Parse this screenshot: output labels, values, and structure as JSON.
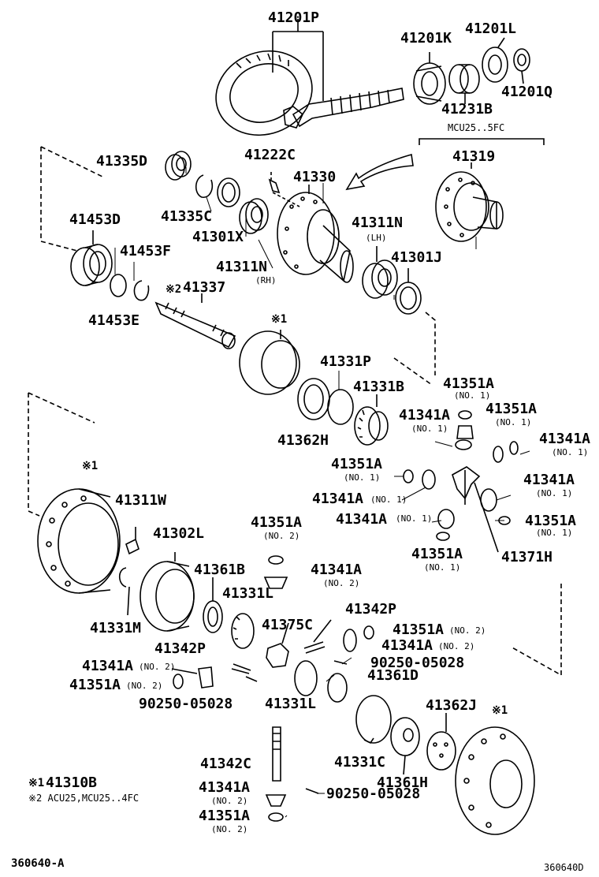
{
  "labels": {
    "p41201P": "41201P",
    "p41201K": "41201K",
    "p41201L": "41201L",
    "p41231B": "41231B",
    "p41201Q": "41201Q",
    "mcu25_5fc": "MCU25..5FC",
    "p41319": "41319",
    "p41335D": "41335D",
    "p41222C": "41222C",
    "p41330": "41330",
    "p41335C": "41335C",
    "p41453D": "41453D",
    "p41301X": "41301X",
    "p41311N_rh": "41311N",
    "rh": "(RH)",
    "p41311N_lh": "41311N",
    "lh": "(LH)",
    "p41301J": "41301J",
    "p41453F": "41453F",
    "p41337": "41337",
    "mark2_41337": "※2",
    "p41453E": "41453E",
    "mark1_top": "※1",
    "p41331P": "41331P",
    "p41331B": "41331B",
    "p41351A_1": "41351A",
    "no1_a": "(NO. 1)",
    "p41362H": "41362H",
    "p41341A_1": "41341A",
    "no1_b": "(NO. 1)",
    "p41351A_2": "41351A",
    "no1_c": "(NO. 1)",
    "p41341A_2": "41341A",
    "no1_d": "(NO. 1)",
    "p41351A_3": "41351A",
    "no1_e": "(NO. 1)",
    "p41341A_3": "41341A",
    "no1_f": "(NO. 1)",
    "p41341A_4": "41341A",
    "no1_g": "(NO. 1)",
    "p41341A_5": "41341A",
    "no1_h": "(NO. 1)",
    "p41351A_4": "41351A",
    "no1_i": "(NO. 1)",
    "mark1_left": "※1",
    "p41311W": "41311W",
    "p41351A_5": "41351A",
    "no1_j": "(NO. 1)",
    "p41371H": "41371H",
    "p41302L": "41302L",
    "p41351A_no2_a": "41351A",
    "no2_a": "(NO. 2)",
    "p41341A_no2_a": "41341A",
    "no2_b": "(NO. 2)",
    "p41361B": "41361B",
    "p41331L_a": "41331L",
    "p41342P_a": "41342P",
    "p41331M": "41331M",
    "p41375C": "41375C",
    "p41351A_no2_b": "41351A",
    "no2_c": "(NO. 2)",
    "p41341A_no2_b": "41341A",
    "no2_d": "(NO. 2)",
    "p41342P_b": "41342P",
    "p90250_a": "90250-05028",
    "p41341A_no2_c": "41341A",
    "no2_e": "(NO. 2)",
    "p41361D": "41361D",
    "p41351A_no2_c": "41351A",
    "no2_f": "(NO. 2)",
    "p90250_b": "90250-05028",
    "p41331L_b": "41331L",
    "p41362J": "41362J",
    "mark1_right": "※1",
    "p41331C": "41331C",
    "p41342C": "41342C",
    "p41361H": "41361H",
    "note1_mark": "※1",
    "note1_part": "41310B",
    "note2": "※2 ACU25,MCU25..4FC",
    "p41341A_no2_d": "41341A",
    "no2_g": "(NO. 2)",
    "p90250_c": "90250-05028",
    "p41351A_no2_d": "41351A",
    "no2_h": "(NO. 2)",
    "fig_left": "360640-A",
    "fig_right": "360640D"
  },
  "colors": {
    "ink": "#000000",
    "paper": "#ffffff"
  }
}
